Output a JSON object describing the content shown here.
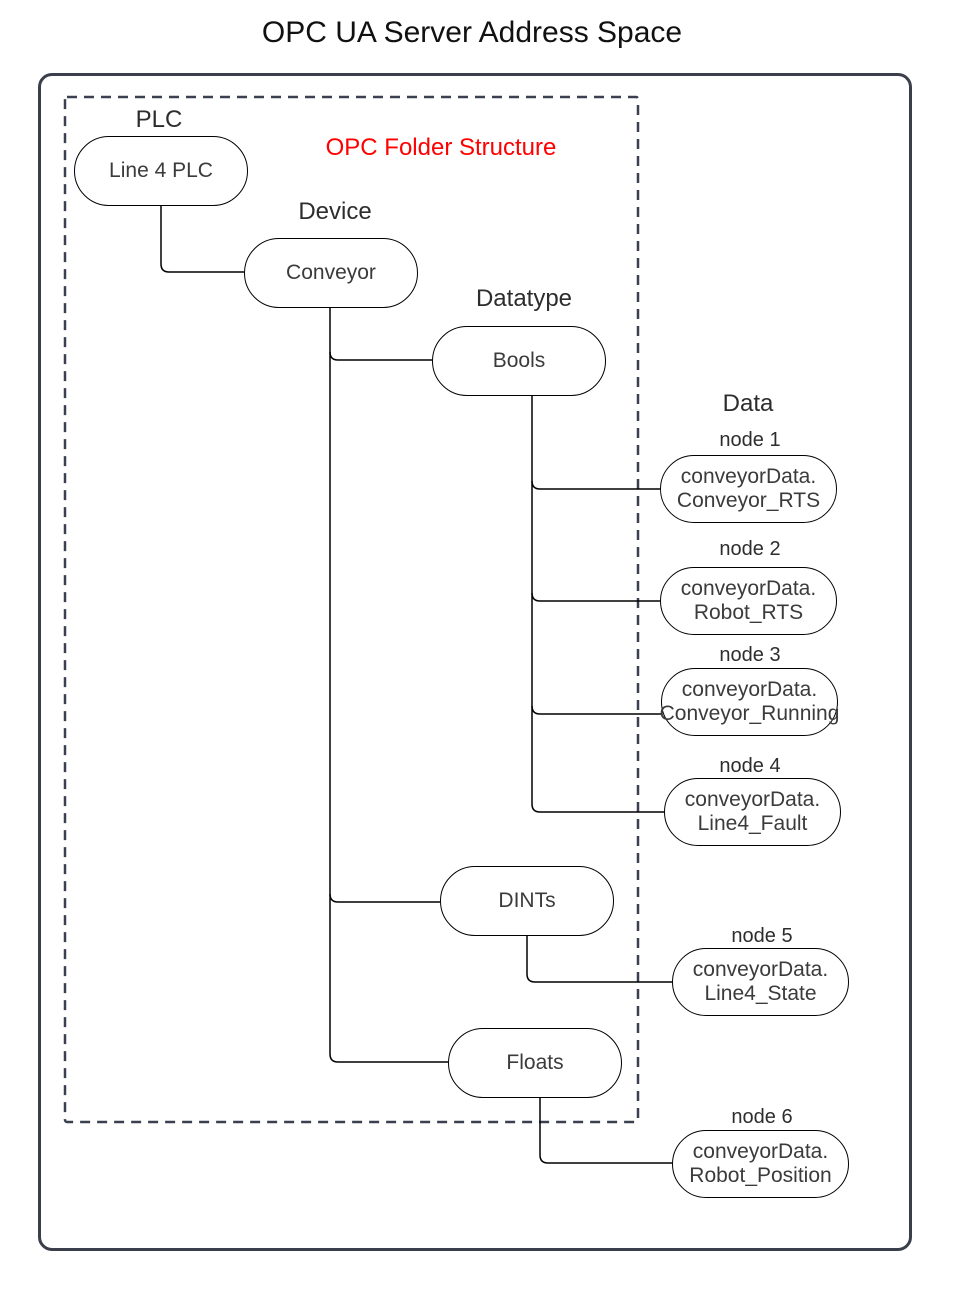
{
  "title": "OPC UA Server Address Space",
  "folder_structure_label": "OPC Folder Structure",
  "column_labels": {
    "plc": "PLC",
    "device": "Device",
    "datatype": "Datatype",
    "data": "Data"
  },
  "folders": {
    "plc": "Line 4 PLC",
    "device": "Conveyor",
    "datatype_bools": "Bools",
    "datatype_dints": "DINTs",
    "datatype_floats": "Floats"
  },
  "data_nodes": [
    {
      "label": "node 1",
      "line1": "conveyorData.",
      "line2": "Conveyor_RTS"
    },
    {
      "label": "node 2",
      "line1": "conveyorData.",
      "line2": "Robot_RTS"
    },
    {
      "label": "node 3",
      "line1": "conveyorData.",
      "line2": "Conveyor_Running"
    },
    {
      "label": "node 4",
      "line1": "conveyorData.",
      "line2": "Line4_Fault"
    },
    {
      "label": "node 5",
      "line1": "conveyorData.",
      "line2": "Line4_State"
    },
    {
      "label": "node 6",
      "line1": "conveyorData.",
      "line2": "Robot_Position"
    }
  ],
  "colors": {
    "accent_red": "#ff0000",
    "outer_frame": "#3a3f4b",
    "dashed_frame": "#3a4050",
    "node_border": "#000000",
    "text": "#2d2d2d"
  }
}
